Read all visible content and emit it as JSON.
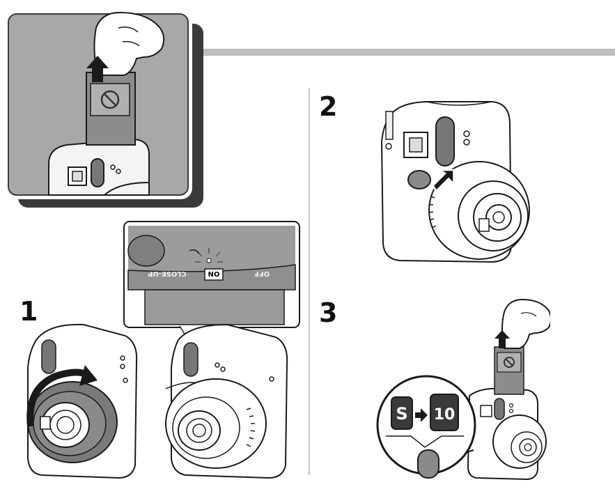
{
  "steps": [
    {
      "number": "1"
    },
    {
      "number": "2"
    },
    {
      "number": "3"
    }
  ],
  "dial": {
    "off_label": "OFF",
    "on_label": "ON",
    "closeup_label": "CLOSE-UP"
  },
  "counter": {
    "from_label": "S",
    "to_label": "10"
  },
  "colors": {
    "panel_gray": "#a8a8a8",
    "panel_shadow": "#3a3a3a",
    "line": "#1a1a1a",
    "bar_gray": "#bdbdbd"
  }
}
